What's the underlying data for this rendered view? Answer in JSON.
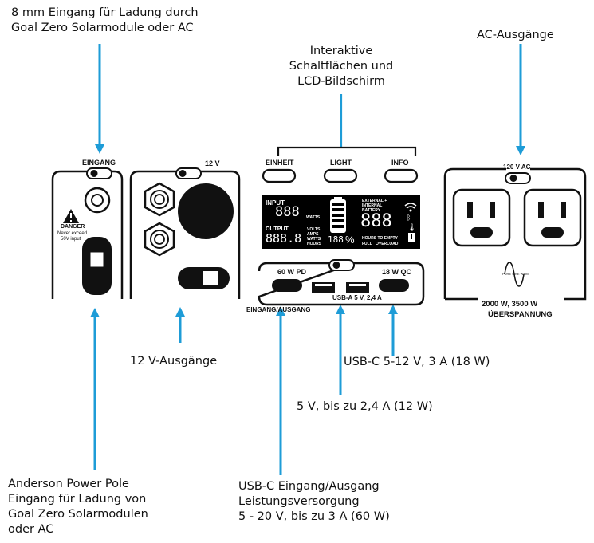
{
  "colors": {
    "arrow": "#1e9cd7",
    "outline": "#111111",
    "lcd": "#000000",
    "lcd_text": "#ffffff"
  },
  "callouts": {
    "eingang_8mm": [
      "8 mm Eingang für Ladung durch",
      "Goal Zero Solarmodule oder AC"
    ],
    "interactive": [
      "Interaktive",
      "Schaltflächen und",
      "LCD-Bildschirm"
    ],
    "ac_out": [
      "AC-Ausgänge"
    ],
    "out_12v": [
      "12 V-Ausgänge"
    ],
    "usbc_18": [
      "USB-C 5-12 V, 3 A (18 W)"
    ],
    "usba": [
      "5 V, bis zu 2,4 A (12 W)"
    ],
    "anderson": [
      "Anderson Power Pole",
      "Eingang für Ladung von",
      "Goal Zero Solarmodulen",
      "oder AC"
    ],
    "usbc_60": [
      "USB-C Eingang/Ausgang",
      "Leistungsversorgung",
      "5 - 20 V, bis zu 3 A (60 W)"
    ]
  },
  "panel_labels": {
    "eingang": "EINGANG",
    "danger": "DANGER",
    "danger_sub1": "Never exceed",
    "danger_sub2": "50V input",
    "v12": "12 V",
    "btn_einheit": "EINHEIT",
    "btn_light": "LIGHT",
    "btn_info": "INFO",
    "usb_60": "60 W PD",
    "usb_18": "18 W QC",
    "usb_a": "USB-A 5 V, 2,4 A",
    "eingang_ausgang": "EINGANG/AUSGANG",
    "ac_120": "120 V AC",
    "pure_sine": "PURE SINE WAVE",
    "ac_rating1": "2000 W, 3500 W",
    "ac_rating2": "ÜBERSPANNUNG"
  },
  "lcd": {
    "input": "INPUT",
    "input_digits": "888",
    "watts": "WATTS",
    "output": "OUTPUT",
    "output_digits": "888.8",
    "volts": "VOLTS",
    "amps": "AMPS",
    "watts2": "WATTS",
    "hours": "HOURS",
    "pct_digits": "188",
    "pct": "%",
    "ext": "EXTERNAL +",
    "int": "INTERNAL",
    "battery": "BATTERY",
    "big_digits": "888",
    "hours_empty": "HOURS TO EMPTY",
    "full": "FULL",
    "overload": "OVERLOAD"
  }
}
